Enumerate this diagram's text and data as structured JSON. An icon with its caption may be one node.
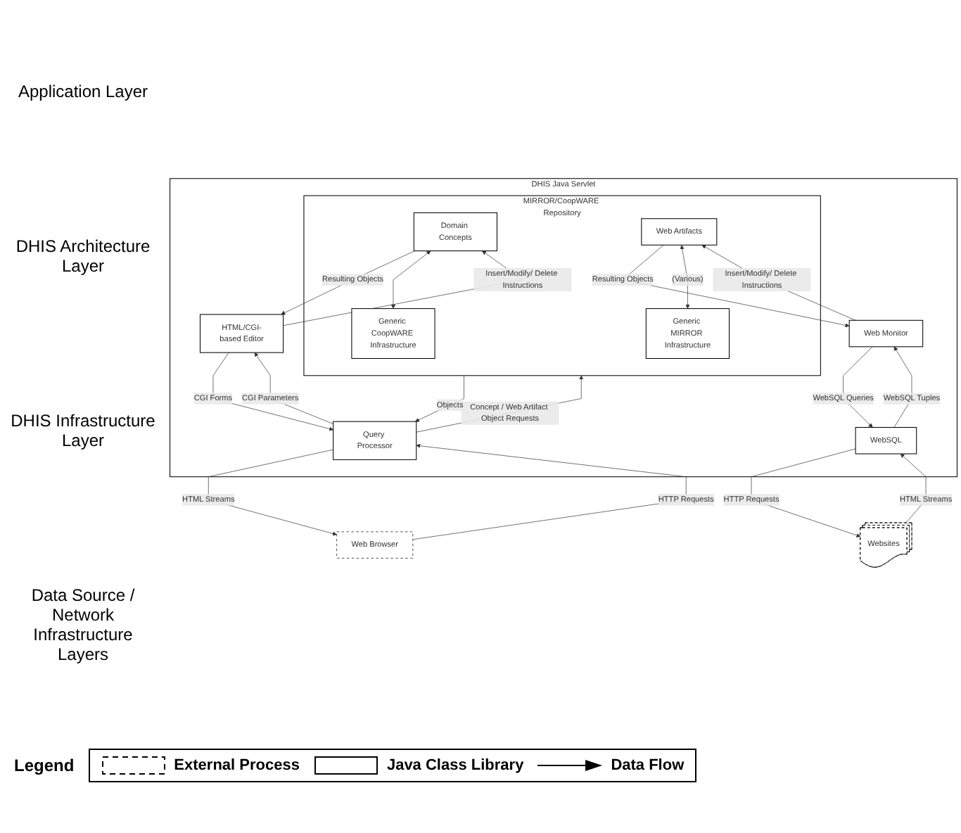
{
  "diagram": {
    "nodes": [
      {
        "text": [
          "DHIS Java Servlet"
        ]
      },
      {
        "text": [
          "MIRROR/CoopWARE Repository"
        ],
        "in": 0
      },
      {
        "text": [
          "Domain Concepts"
        ],
        "in": 1
      },
      {
        "text": [
          "Web Artifacts"
        ],
        "in": 1
      },
      {
        "text": [
          "Generic MIRROR Infrastructure"
        ],
        "in": 1
      },
      {
        "text": [
          "Generic CoopWARE Infrastructure"
        ],
        "in": 1
      },
      {
        "text": [
          "Web Monitor"
        ],
        "in": 0
      },
      {
        "text": [
          "HTML/CGI-based Editor"
        ],
        "in": 0
      },
      {
        "text": [
          "Query Processor"
        ],
        "in": 0
      },
      {
        "text": [
          "WebSQL"
        ],
        "in": 0
      },
      {
        "text": [
          "Web Browser"
        ]
      },
      {
        "text": [
          "Websites"
        ]
      }
    ],
    "edges": [
      {
        "from": 3,
        "to": 6,
        "arrow": "to",
        "label": "Resulting Objects"
      },
      {
        "from": 6,
        "to": 3,
        "arrow": "to",
        "label": "Insert/Modify/ Delete Instructions"
      },
      {
        "from": 7,
        "to": 2,
        "arrow": "to",
        "label": "Insert/Modify/ Delete Instructions"
      },
      {
        "from": 2,
        "to": 7,
        "arrow": "to",
        "label": "Resulting Objects"
      },
      {
        "from": 3,
        "to": 4,
        "arrow": "both",
        "label": "(Various)"
      },
      {
        "from": 2,
        "to": 5,
        "arrow": "both"
      },
      {
        "from": 8,
        "to": 1,
        "arrow": "to",
        "label": "Concept / Web Artifact Object Requests"
      },
      {
        "from": 1,
        "to": 8,
        "arrow": "to",
        "label": "Objects"
      },
      {
        "from": 7,
        "to": 8,
        "arrow": "to",
        "label": "CGI Forms"
      },
      {
        "from": 8,
        "to": 7,
        "arrow": "to",
        "label": "CGI Parameters"
      },
      {
        "from": 9,
        "to": 6,
        "arrow": "to",
        "label": "WebSQL Tuples"
      },
      {
        "from": 6,
        "to": 9,
        "arrow": "to",
        "label": "WebSQL Queries"
      },
      {
        "from": 10,
        "to": 8,
        "arrow": "to",
        "label": "HTTP Requests"
      },
      {
        "from": 8,
        "to": 10,
        "arrow": "to",
        "label": "HTML Streams"
      },
      {
        "from": 11,
        "to": 9,
        "arrow": "to",
        "label": "HTML Streams"
      },
      {
        "from": 9,
        "to": 11,
        "arrow": "to",
        "label": "HTTP Requests"
      }
    ],
    "labels": [
      "Application Layer",
      "DHIS Architecture Layer",
      "DHIS Infrastructure Layer",
      "Data Source / Network Infrastructure Layers",
      "Legend"
    ],
    "legend": [
      {
        "text": "External Process"
      },
      {
        "text": "Java Class Library"
      },
      {
        "text": "Data Flow"
      }
    ]
  }
}
